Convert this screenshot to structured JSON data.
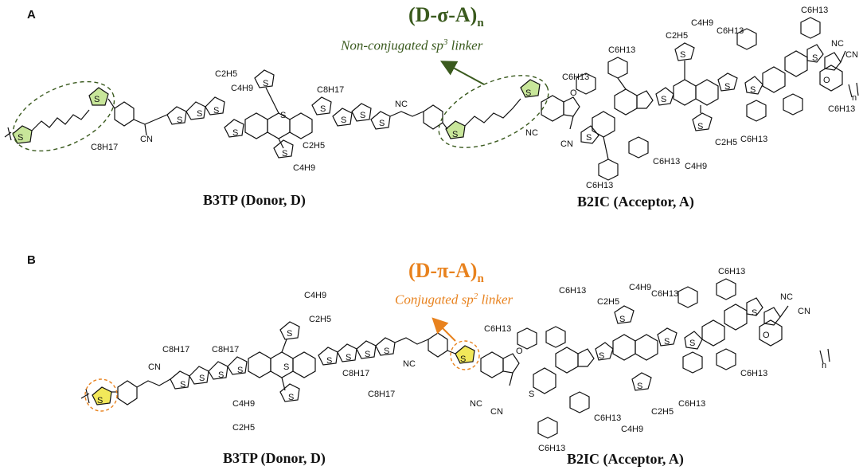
{
  "panel_a": {
    "letter": "A",
    "formula_main": "(D-σ-A)",
    "formula_sub": "n",
    "linker_main": "Non-conjugated sp",
    "linker_sup": "3",
    "linker_tail": " linker",
    "donor_label": "B3TP (Donor, D)",
    "acceptor_label": "B2IC (Acceptor, A)",
    "colors": {
      "accent": "#3a5a1e",
      "thiophene_fill": "#c8e69a",
      "ellipse": "#3a5a1e"
    }
  },
  "panel_b": {
    "letter": "B",
    "formula_main": "(D-π-A)",
    "formula_sub": "n",
    "linker_main": "Conjugated sp",
    "linker_sup": "2",
    "linker_tail": " linker",
    "donor_label": "B3TP (Donor, D)",
    "acceptor_label": "B2IC (Acceptor, A)",
    "colors": {
      "accent": "#e8821e",
      "thiophene_fill": "#f2e85a",
      "ellipse": "#e8821e"
    }
  },
  "atom_labels": {
    "s": "S",
    "cn": "CN",
    "nc": "NC",
    "o": "O",
    "n": "n",
    "c8h17": "C8H17",
    "c6h13": "C6H13",
    "c4h9": "C4H9",
    "c2h5": "C2H5"
  }
}
